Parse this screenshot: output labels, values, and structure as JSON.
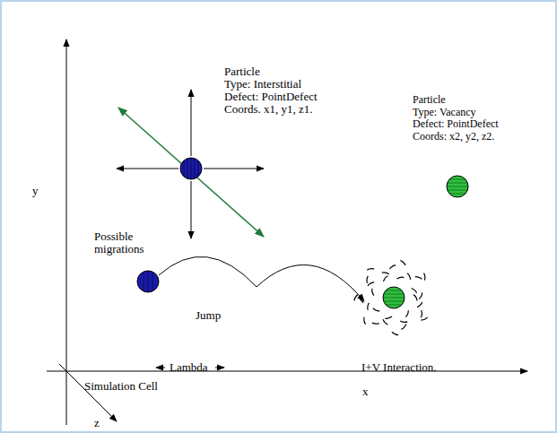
{
  "diagram": {
    "nodes": [
      {
        "text": [
          "Particle",
          "Type: Interstitial",
          "Defect: PointDefect",
          "Coords. x1, y1, z1."
        ]
      },
      {
        "text": [
          "Particle",
          "Type: Vacancy",
          "Defect: PointDefect",
          "Coords: x2, y2, z2."
        ]
      },
      {
        "text": [
          "I+V Interaction."
        ]
      }
    ],
    "labels": [
      "Possible migrations",
      "Jump",
      "Lambda",
      "Simulation Cell",
      "x",
      "y",
      "z"
    ]
  }
}
